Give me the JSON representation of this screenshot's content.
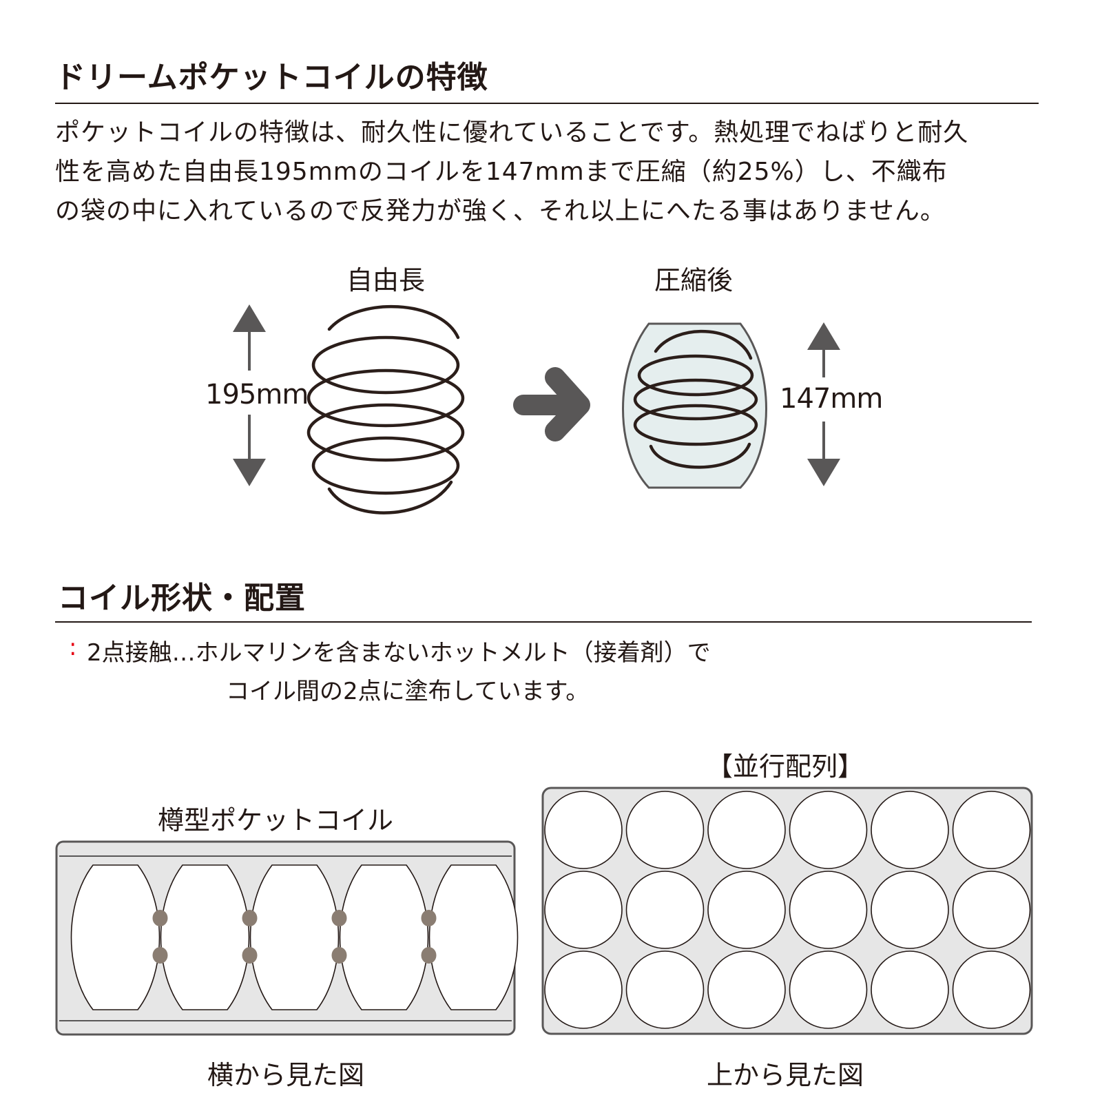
{
  "section1": {
    "title": "ドリームポケットコイルの特徴",
    "paragraph": [
      "ポケットコイルの特徴は、耐久性に優れていることです。熱処理でねばりと耐久",
      "性を高めた自由長195mmのコイルを147mmまで圧縮（約25%）し、不織布",
      "の袋の中に入れているので反発力が強く、それ以上にへたる事はありません。"
    ],
    "diagram": {
      "free_label": "自由長",
      "free_length": "195mm",
      "compressed_label": "圧縮後",
      "compressed_length": "147mm"
    }
  },
  "section2": {
    "title": "コイル形状・配置",
    "bullet_mark": ":",
    "note_line1": "2点接触…ホルマリンを含まないホットメルト（接着剤）で",
    "note_line2": "コイル間の2点に塗布しています。",
    "side_view": {
      "title": "樽型ポケットコイル",
      "caption": "横から見た図"
    },
    "top_view": {
      "title": "【並行配列】",
      "caption": "上から見た図"
    }
  },
  "colors": {
    "text": "#231815",
    "arrow": "#595757",
    "coil": "#2b1e1a",
    "pocket_fill": "#e5eeee",
    "panel_fill": "#e6e6e6",
    "glue_dot": "#8a7d72",
    "accent_red": "#e60012"
  }
}
